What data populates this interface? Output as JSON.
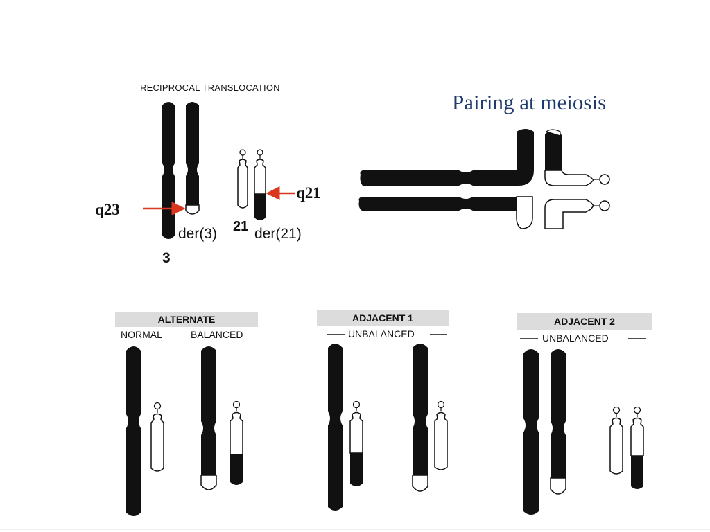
{
  "slide": {
    "title": "Pairing at meiosis",
    "title_color": "#1f3a6e",
    "reciprocal": {
      "header": "RECIPROCAL TRANSLOCATION",
      "label_chr3": "3",
      "label_der3": "der(3)",
      "label_chr21": "21",
      "label_der21": "der(21)",
      "band_q23": "q23",
      "band_q21": "q21",
      "arrow_color": "#d9381e"
    },
    "segregation": {
      "alternate": {
        "header": "ALTERNATE",
        "left_label": "NORMAL",
        "right_label": "BALANCED"
      },
      "adjacent1": {
        "header": "ADJACENT 1",
        "label": "UNBALANCED"
      },
      "adjacent2": {
        "header": "ADJACENT 2",
        "label": "UNBALANCED"
      }
    }
  }
}
